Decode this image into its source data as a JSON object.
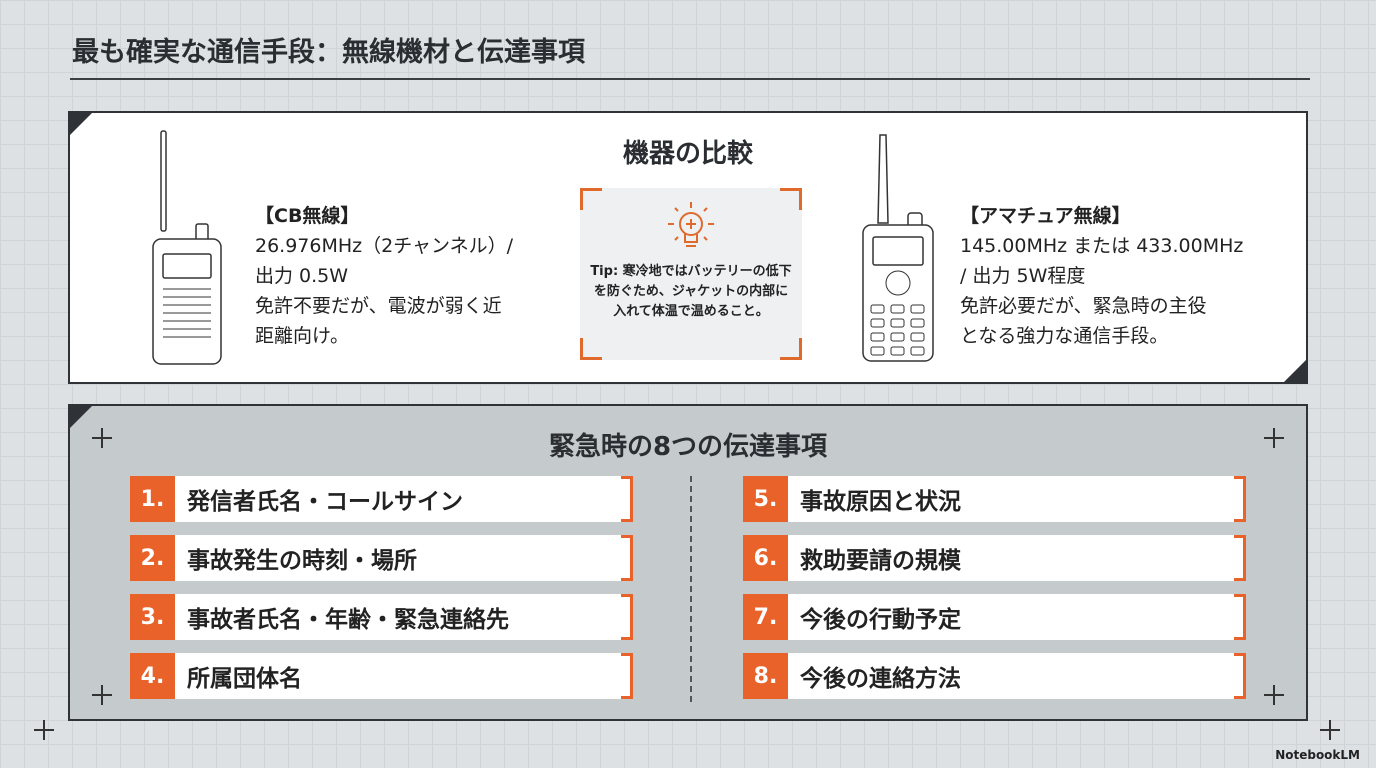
{
  "title": "最も確実な通信手段：無線機材と伝達事項",
  "comparison": {
    "heading": "機器の比較",
    "cb": {
      "name": "【CB無線】",
      "lines": [
        "26.976MHz（2チャンネル）/",
        "出力 0.5W",
        "免許不要だが、電波が弱く近",
        "距離向け。"
      ]
    },
    "ham": {
      "name": "【アマチュア無線】",
      "lines": [
        "145.00MHz または 433.00MHz",
        "/ 出力 5W程度",
        "免許必要だが、緊急時の主役",
        "となる強力な通信手段。"
      ]
    },
    "tip": "Tip: 寒冷地ではバッテリーの低下を防ぐため、ジャケットの内部に入れて体温で温めること。"
  },
  "items_section": {
    "heading": "緊急時の8つの伝達事項",
    "items": [
      {
        "num": "1.",
        "label": "発信者氏名・コールサイン"
      },
      {
        "num": "2.",
        "label": "事故発生の時刻・場所"
      },
      {
        "num": "3.",
        "label": "事故者氏名・年齢・緊急連絡先"
      },
      {
        "num": "4.",
        "label": "所属団体名"
      },
      {
        "num": "5.",
        "label": "事故原因と状況"
      },
      {
        "num": "6.",
        "label": "救助要請の規模"
      },
      {
        "num": "7.",
        "label": "今後の行動予定"
      },
      {
        "num": "8.",
        "label": "今後の連絡方法"
      }
    ]
  },
  "branding": "NotebookLM",
  "colors": {
    "accent": "#e8622a",
    "dark": "#2f3338"
  }
}
